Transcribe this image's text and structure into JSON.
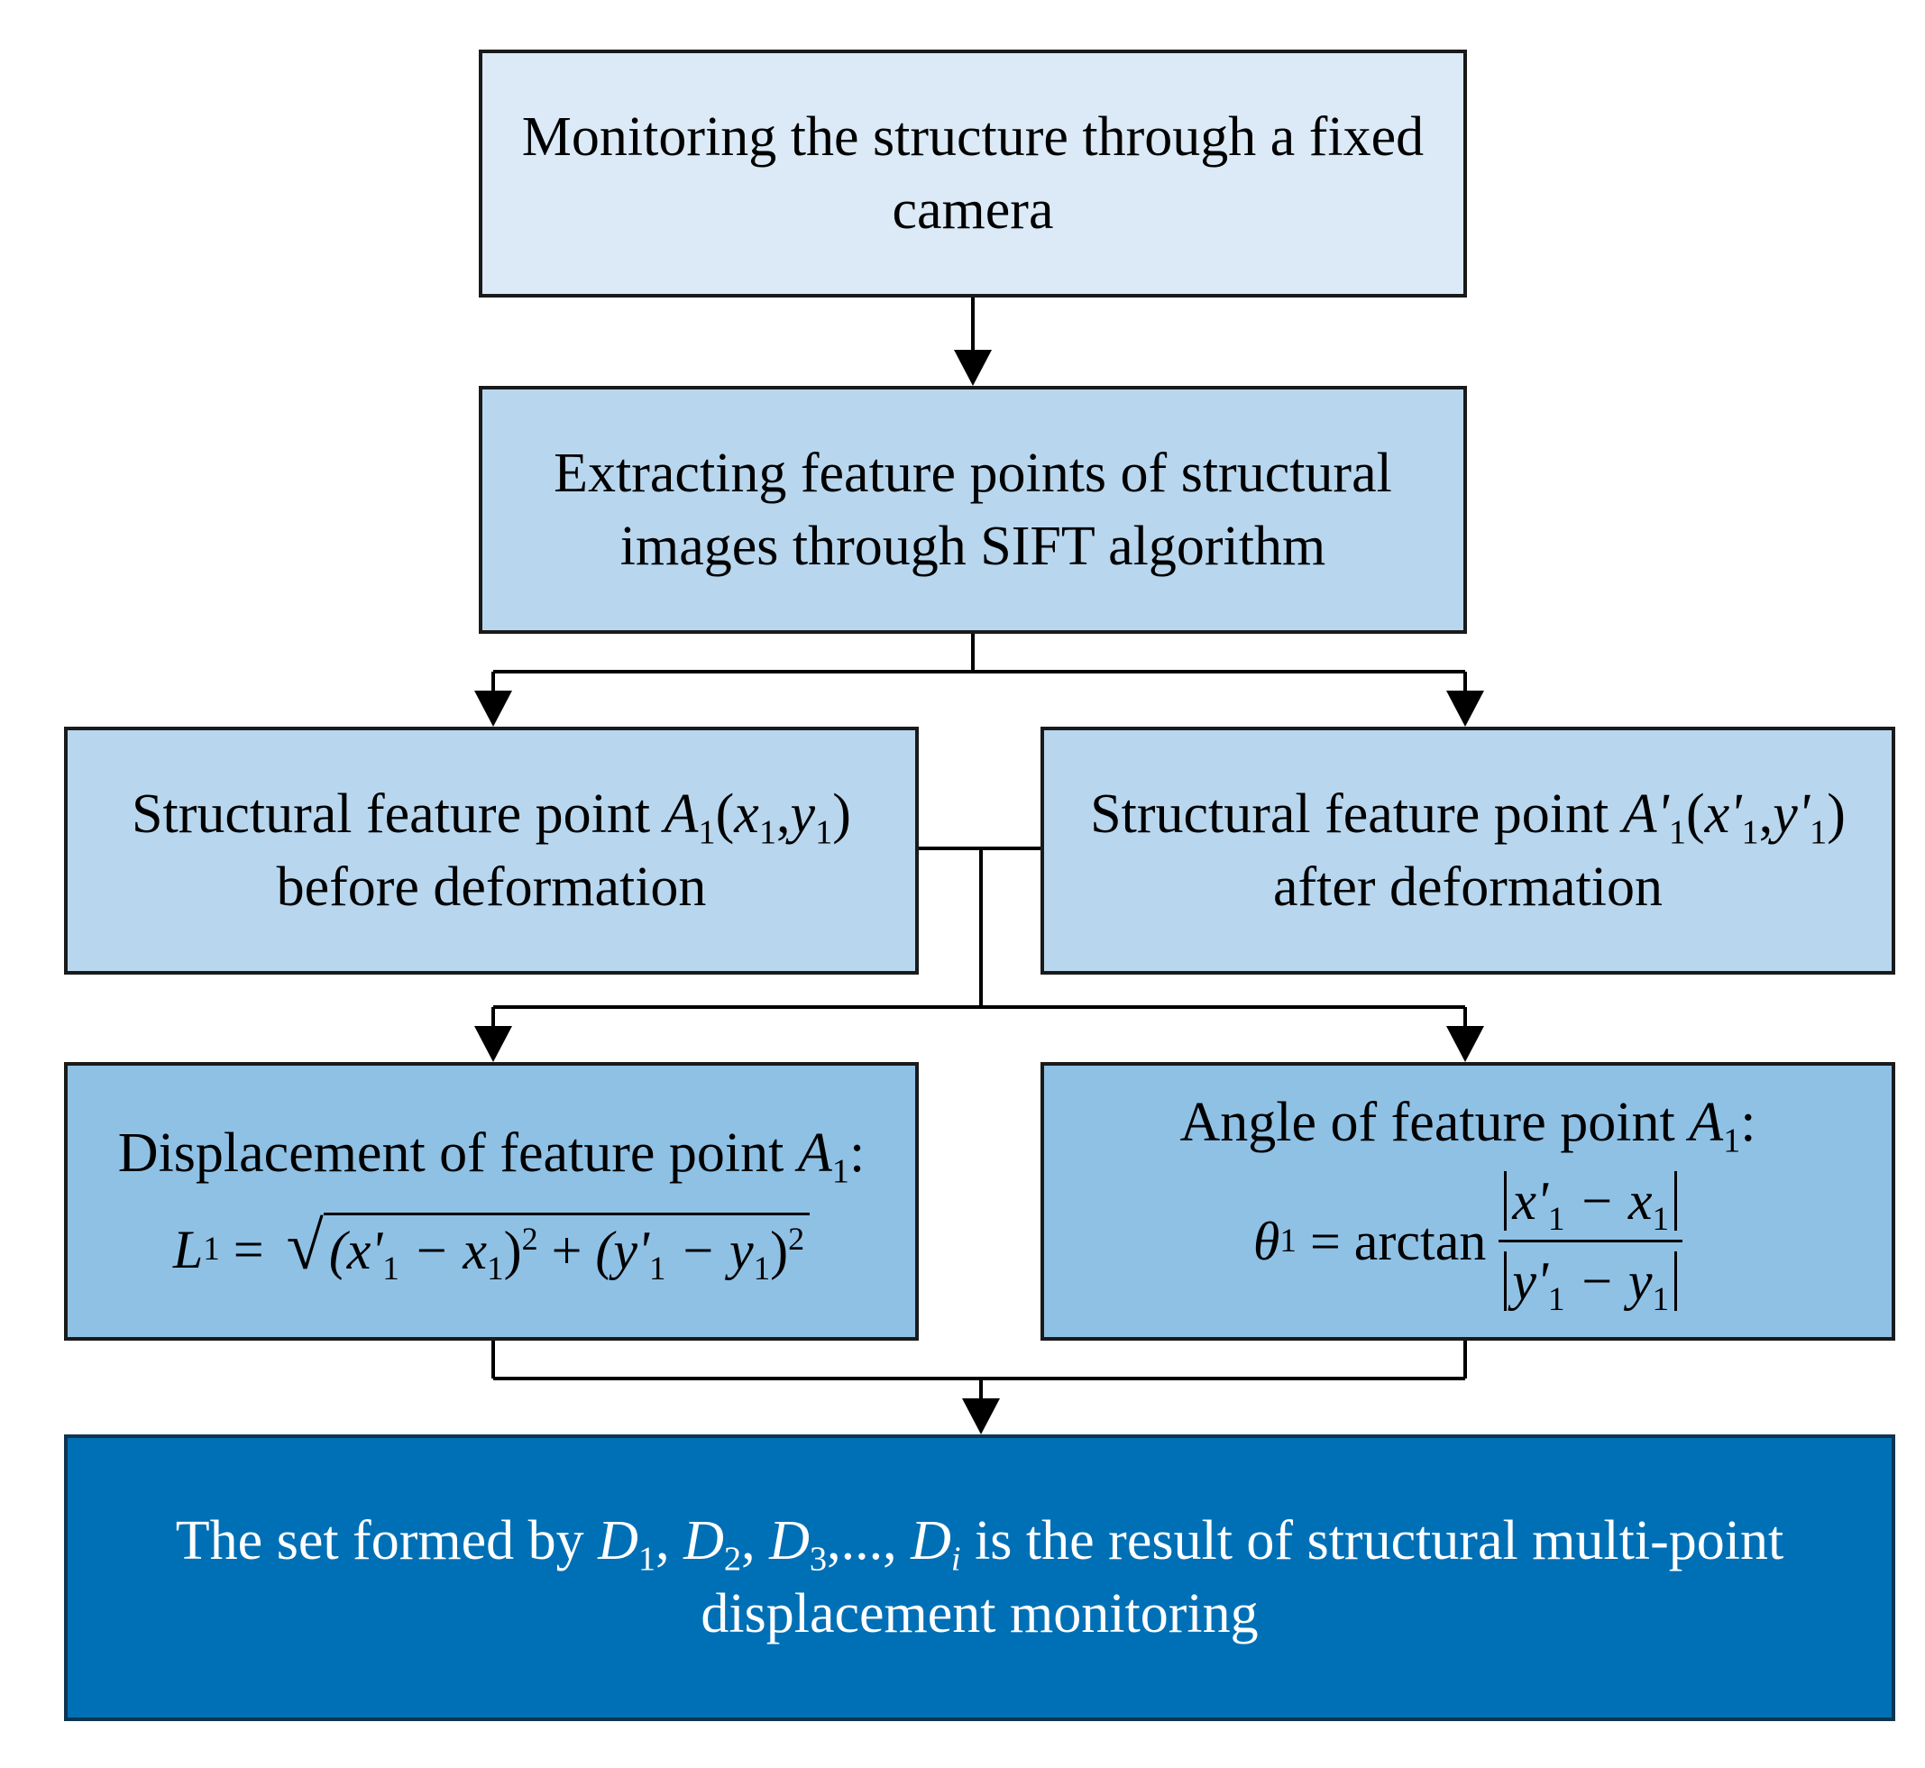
{
  "steps": {
    "monitor": {
      "line1": "Monitoring the structure through a fixed",
      "line2": "camera"
    },
    "extract": {
      "line1": "Extracting feature points of structural",
      "line2": "images through SIFT algorithm"
    },
    "before": {
      "prefix": "Structural feature point ",
      "point": "A",
      "sub1": "1",
      "coords_open": "(",
      "x": "x",
      "x_sub": "1",
      "comma": ",",
      "y": "y",
      "y_sub": "1",
      "coords_close": ")",
      "line2": "before deformation"
    },
    "after": {
      "prefix": "Structural feature point ",
      "point": "A'",
      "sub1": "1",
      "coords_open": "(",
      "x": "x'",
      "x_sub": "1",
      "comma": ",",
      "y": "y'",
      "y_sub": "1",
      "coords_close": ")",
      "line2": "after deformation"
    },
    "displacement": {
      "title": "Displacement of feature point ",
      "point": "A",
      "sub": "1",
      "colon": ":",
      "lhs": "L",
      "lhs_sub": "1",
      "equals": " = ",
      "radicand_a": "(x'",
      "radicand_a_sub": "1",
      "radicand_b": " − x",
      "radicand_b_sub": "1",
      "radicand_c": ")",
      "sq1": "2",
      "plus": " + ",
      "radicand_d": "(y'",
      "radicand_d_sub": "1",
      "radicand_e": " − y",
      "radicand_e_sub": "1",
      "radicand_f": ")",
      "sq2": "2"
    },
    "angle": {
      "title": "Angle of feature point ",
      "point": "A",
      "sub": "1",
      "colon": ":",
      "lhs": "θ",
      "lhs_sub": "1",
      "equals": " = arctan",
      "num_a": "x'",
      "num_a_sub": "1",
      "num_b": " − x",
      "num_b_sub": "1",
      "den_a": "y'",
      "den_a_sub": "1",
      "den_b": " − y",
      "den_b_sub": "1"
    },
    "result": {
      "text1": "The set formed by ",
      "d1": "D",
      "d1_sub": "1",
      "sep1": ", ",
      "d2": "D",
      "d2_sub": "2",
      "sep2": ", ",
      "d3": "D",
      "d3_sub": "3",
      "sep3": ",..., ",
      "di": "D",
      "di_sub": "i",
      "text2": " is the result of structural multi-point",
      "line2": "displacement monitoring"
    }
  },
  "colors": {
    "stage1": "#dbeaf6",
    "stage2": "#b8d7ee",
    "stage3": "#8fc1e5",
    "result": "#0070b6",
    "border": "#1a1a1a"
  }
}
